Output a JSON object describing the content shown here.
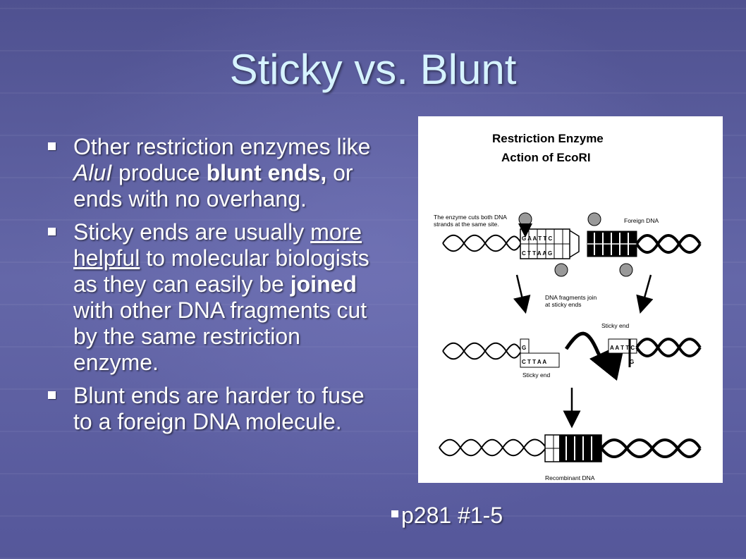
{
  "slide": {
    "title": "Sticky vs. Blunt",
    "bullets": [
      {
        "parts": [
          {
            "text": "Other restriction enzymes like ",
            "style": "normal"
          },
          {
            "text": "AluI",
            "style": "italic"
          },
          {
            "text": " produce ",
            "style": "normal"
          },
          {
            "text": "blunt ends,",
            "style": "bold"
          },
          {
            "text": " or ends with no overhang.",
            "style": "normal"
          }
        ]
      },
      {
        "parts": [
          {
            "text": "Sticky ends are usually ",
            "style": "normal"
          },
          {
            "text": "more helpful",
            "style": "underline"
          },
          {
            "text": " to molecular biologists as they can easily be ",
            "style": "normal"
          },
          {
            "text": "joined",
            "style": "bold"
          },
          {
            "text": " with other DNA fragments cut by the same restriction enzyme.",
            "style": "normal"
          }
        ]
      },
      {
        "parts": [
          {
            "text": "Blunt ends are harder to fuse to a foreign DNA molecule.",
            "style": "normal"
          }
        ]
      }
    ],
    "task": "p281 #1-5"
  },
  "figure": {
    "title_line1": "Restriction Enzyme",
    "title_line2": "Action of EcoRI",
    "label_cut_1": "The enzyme cuts both DNA",
    "label_cut_2": "strands at the same site.",
    "label_foreign": "Foreign DNA",
    "label_join_1": "DNA fragments join",
    "label_join_2": "at sticky ends",
    "label_sticky_top": "Sticky end",
    "label_sticky_bottom": "Sticky end",
    "label_recombinant": "Recombinant DNA",
    "bases_top": "G A A T T C",
    "bases_bottom": "C T T A A G",
    "left_frag_top": "G",
    "left_frag_bottom": "C T T A A",
    "right_frag_top": "A A T T C",
    "right_frag_bottom": "G"
  },
  "colors": {
    "background": "#5a5c9c",
    "title": "#d6f3ff",
    "text": "#ffffff"
  }
}
